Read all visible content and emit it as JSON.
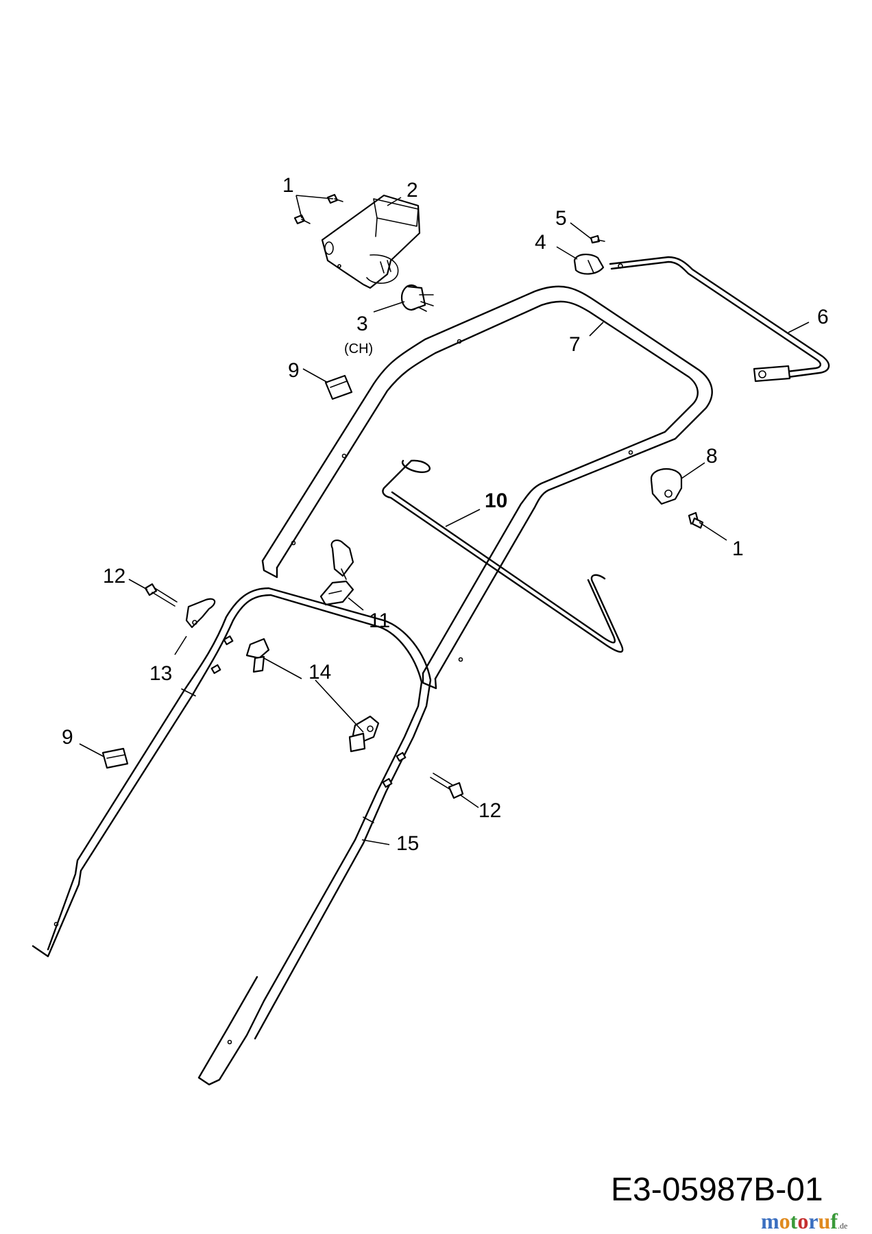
{
  "diagram": {
    "callouts": [
      {
        "id": "c1a",
        "label": "1"
      },
      {
        "id": "c2",
        "label": "2"
      },
      {
        "id": "c3",
        "label": "3"
      },
      {
        "id": "c3note",
        "label": "(CH)"
      },
      {
        "id": "c5",
        "label": "5"
      },
      {
        "id": "c4",
        "label": "4"
      },
      {
        "id": "c6",
        "label": "6"
      },
      {
        "id": "c7",
        "label": "7"
      },
      {
        "id": "c9a",
        "label": "9"
      },
      {
        "id": "c8",
        "label": "8"
      },
      {
        "id": "c10",
        "label": "10"
      },
      {
        "id": "c1b",
        "label": "1"
      },
      {
        "id": "c12a",
        "label": "12"
      },
      {
        "id": "c11",
        "label": "11"
      },
      {
        "id": "c13",
        "label": "13"
      },
      {
        "id": "c14",
        "label": "14"
      },
      {
        "id": "c9b",
        "label": "9"
      },
      {
        "id": "c12b",
        "label": "12"
      },
      {
        "id": "c15",
        "label": "15"
      }
    ]
  },
  "footer": {
    "diagram_id": "E3-05987B-01",
    "brand": {
      "letters": [
        "m",
        "o",
        "t",
        "o",
        "r",
        "u",
        "f"
      ],
      "letter_colors": [
        "#3b6fc0",
        "#e08a1e",
        "#3a9a3a",
        "#c53030",
        "#3b6fc0",
        "#e08a1e",
        "#3a9a3a"
      ],
      "suffix": ".de"
    }
  }
}
